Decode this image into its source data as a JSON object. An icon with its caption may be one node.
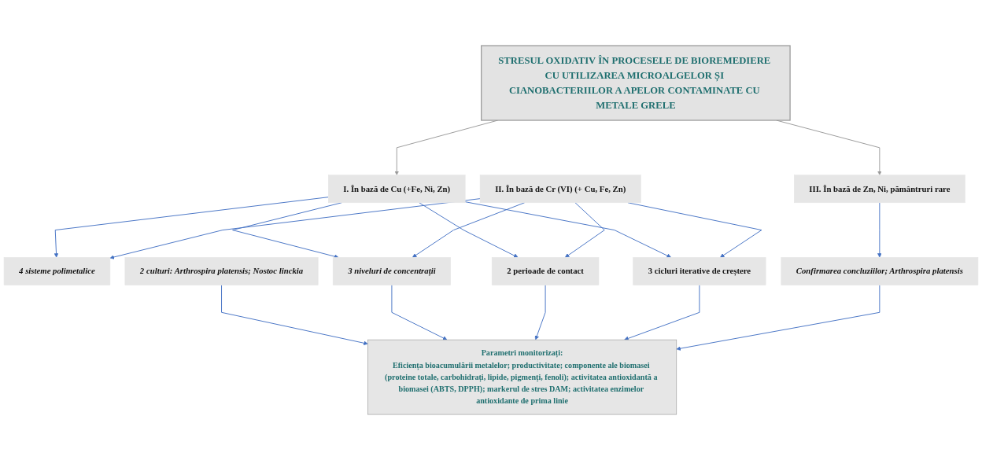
{
  "diagram": {
    "nodes": [
      {
        "text": [
          "STRESUL OXIDATIV ÎN PROCESELE DE BIOREMEDIERE CU UTILIZAREA MICROALGELOR ȘI CIANOBACTERIILOR A APELOR CONTAMINATE CU METALE GRELE"
        ]
      },
      {
        "text": [
          "I. În bază de Cu (+Fe, Ni, Zn)"
        ]
      },
      {
        "text": [
          "II. În bază de Cr (VI) (+ Cu, Fe, Zn)"
        ]
      },
      {
        "text": [
          "III. În bază de Zn, Ni, pământruri rare"
        ]
      },
      {
        "text": [
          "4 sisteme polimetalice"
        ]
      },
      {
        "text": [
          "2 culturi: Arthrospira platensis; Nostoc linckia"
        ]
      },
      {
        "text": [
          "3 niveluri de concentrații"
        ]
      },
      {
        "text": [
          "2 perioade de contact"
        ]
      },
      {
        "text": [
          "3 cicluri iterative de creștere"
        ]
      },
      {
        "text": [
          "Confirmarea concluziilor; Arthrospira platensis"
        ]
      },
      {
        "text": [
          "Parametri monitorizați:",
          "Eficiența bioacumulării metalelor; productivitate; componente ale biomasei (proteine totale, carbohidrați, lipide, pigmenți, fenoli); activitatea antioxidantă a biomasei (ABTS, DPPH); markerul de stres DAM; activitatea enzimelor antioxidante de prima linie"
        ]
      }
    ],
    "edges": [
      {
        "from": 0,
        "to": 1,
        "arrow": "to",
        "color": "#999999"
      },
      {
        "from": 0,
        "to": 3,
        "arrow": "to",
        "color": "#999999"
      },
      {
        "from": 1,
        "to": 4,
        "arrow": "to"
      },
      {
        "from": 1,
        "to": 6,
        "arrow": "to"
      },
      {
        "from": 1,
        "to": 7,
        "arrow": "to"
      },
      {
        "from": 1,
        "to": 8,
        "arrow": "to"
      },
      {
        "from": 2,
        "to": 4,
        "arrow": "to"
      },
      {
        "from": 2,
        "to": 6,
        "arrow": "to"
      },
      {
        "from": 2,
        "to": 7,
        "arrow": "to"
      },
      {
        "from": 2,
        "to": 8,
        "arrow": "to"
      },
      {
        "from": 3,
        "to": 9,
        "arrow": "to"
      },
      {
        "from": 5,
        "to": 10,
        "arrow": "to"
      },
      {
        "from": 6,
        "to": 10,
        "arrow": "to"
      },
      {
        "from": 7,
        "to": 10,
        "arrow": "to"
      },
      {
        "from": 8,
        "to": 10,
        "arrow": "to"
      },
      {
        "from": 9,
        "to": 10,
        "arrow": "to"
      }
    ]
  }
}
